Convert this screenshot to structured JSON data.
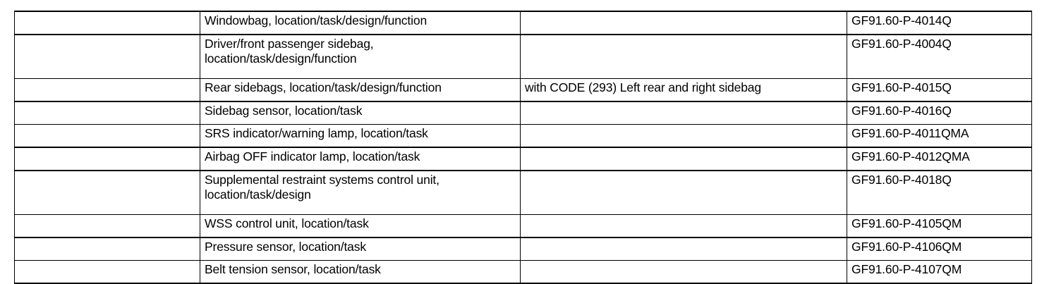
{
  "document": {
    "type": "specification-reference-table",
    "text_color": "#000000",
    "background_color": "#ffffff",
    "border_color": "#000000"
  },
  "table": {
    "column_count": 4,
    "columns": [
      {
        "key": "blank",
        "label": ""
      },
      {
        "key": "description",
        "label": ""
      },
      {
        "key": "condition",
        "label": ""
      },
      {
        "key": "document_number",
        "label": ""
      }
    ],
    "rows": [
      {
        "blank": "",
        "description": "Windowbag, location/task/design/function",
        "condition": "",
        "document_number": "GF91.60-P-4014Q",
        "lines": 1
      },
      {
        "blank": "",
        "description": "Driver/front passenger sidebag, location/task/design/function",
        "condition": "",
        "document_number": "GF91.60-P-4004Q",
        "lines": 2
      },
      {
        "blank": "",
        "description": "Rear sidebags, location/task/design/function",
        "condition": "with CODE (293) Left rear and right sidebag",
        "document_number": "GF91.60-P-4015Q",
        "lines": 1
      },
      {
        "blank": "",
        "description": "Sidebag sensor, location/task",
        "condition": "",
        "document_number": "GF91.60-P-4016Q",
        "lines": 1
      },
      {
        "blank": "",
        "description": "SRS indicator/warning lamp, location/task",
        "condition": "",
        "document_number": "GF91.60-P-4011QMA",
        "lines": 1
      },
      {
        "blank": "",
        "description": "Airbag OFF indicator lamp, location/task",
        "condition": "",
        "document_number": "GF91.60-P-4012QMA",
        "lines": 1
      },
      {
        "blank": "",
        "description": "Supplemental restraint systems control unit, location/task/design",
        "condition": "",
        "document_number": "GF91.60-P-4018Q",
        "lines": 2
      },
      {
        "blank": "",
        "description": "WSS control unit, location/task",
        "condition": "",
        "document_number": "GF91.60-P-4105QM",
        "lines": 1
      },
      {
        "blank": "",
        "description": "Pressure sensor, location/task",
        "condition": "",
        "document_number": "GF91.60-P-4106QM",
        "lines": 1
      },
      {
        "blank": "",
        "description": "Belt tension sensor, location/task",
        "condition": "",
        "document_number": "GF91.60-P-4107QM",
        "lines": 1
      }
    ]
  }
}
